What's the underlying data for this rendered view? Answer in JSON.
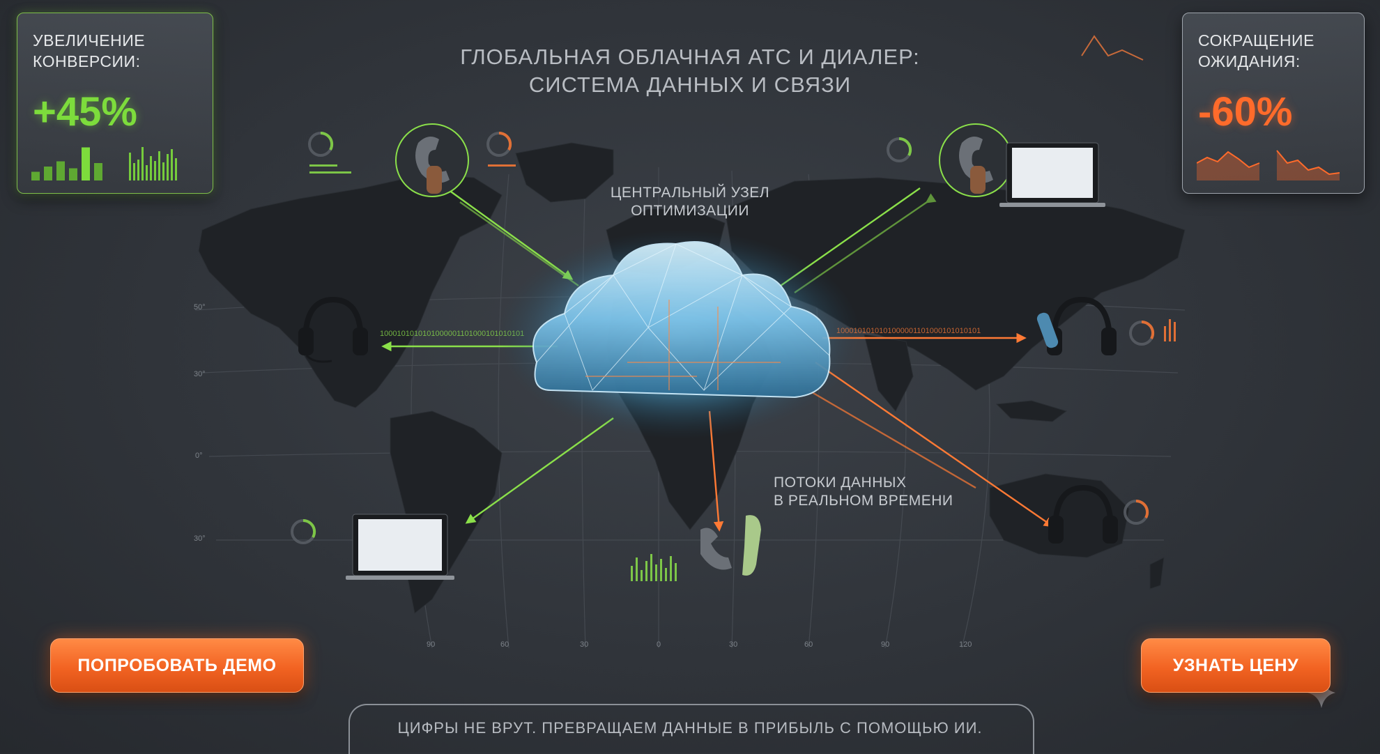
{
  "header": {
    "title_line1": "ГЛОБАЛЬНАЯ ОБЛАЧНАЯ АТС И ДИАЛЕР:",
    "title_line2": "СИСТЕМА ДАННЫХ И СВЯЗИ"
  },
  "stat_left": {
    "title": "УВЕЛИЧЕНИЕ\nКОНВЕРСИИ:",
    "value": "+45%",
    "bar_values": [
      0.25,
      0.4,
      0.55,
      0.35,
      0.95,
      0.5
    ],
    "color": "#7ddc3c"
  },
  "stat_right": {
    "title": "СОКРАЩЕНИЕ\nОЖИДАНИЯ:",
    "value": "-60%",
    "color": "#ff6b2b"
  },
  "labels": {
    "central_node_line1": "ЦЕНТРАЛЬНЫЙ УЗЕЛ",
    "central_node_line2": "ОПТИМИЗАЦИИ",
    "streams_line1": "ПОТОКИ ДАННЫХ",
    "streams_line2": "В РЕАЛЬНОМ ВРЕМЕНИ"
  },
  "map": {
    "lat_ticks": [
      "50°",
      "30°",
      "0°",
      "30°"
    ],
    "lon_ticks": [
      "90",
      "60",
      "30",
      "0",
      "30",
      "60",
      "90",
      "120"
    ],
    "binary_stream": "1000101010101000001101000101010101"
  },
  "buttons": {
    "demo": "ПОПРОБОВАТЬ ДЕМО",
    "price": "УЗНАТЬ ЦЕНУ"
  },
  "footer": {
    "tagline": "ЦИФРЫ НЕ ВРУТ. ПРЕВРАЩАЕМ ДАННЫЕ В ПРИБЫЛЬ С ПОМОЩЬЮ ИИ."
  },
  "colors": {
    "accent_green": "#7ddc3c",
    "accent_orange": "#ff6b2b",
    "background": "#30343a"
  },
  "icons": [
    "phone-handset-icon",
    "headset-icon",
    "laptop-icon",
    "cloud-node-icon",
    "sparkle-icon"
  ]
}
